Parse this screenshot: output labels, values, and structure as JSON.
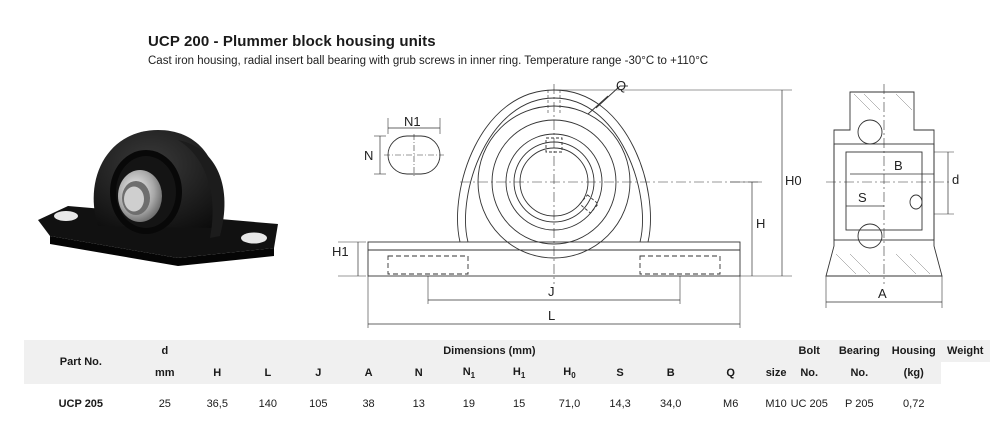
{
  "header": {
    "title": "UCP 200  - Plummer block housing units",
    "subtitle": "Cast iron housing, radial insert ball bearing with grub screws in inner ring. Temperature range -30°C to +110°C"
  },
  "drawing_labels": {
    "n1": "N1",
    "n": "N",
    "q": "Q",
    "h0": "H0",
    "h": "H",
    "h1": "H1",
    "j": "J",
    "l": "L",
    "b": "B",
    "d": "d",
    "s": "S",
    "a": "A"
  },
  "table": {
    "part_no_label": "Part No.",
    "d_label": "d",
    "d_unit": "mm",
    "dimensions_label": "Dimensions (mm)",
    "columns": {
      "H": "H",
      "L": "L",
      "J": "J",
      "A": "A",
      "N": "N",
      "N1": "N",
      "N1_sub": "1",
      "H1": "H",
      "H1_sub": "1",
      "H0": "H",
      "H0_sub": "0",
      "S": "S",
      "B": "B",
      "Q": "Q"
    },
    "bolt_size": [
      "Bolt",
      "size"
    ],
    "bearing_no": [
      "Bearing",
      "No."
    ],
    "housing_no": [
      "Housing",
      "No."
    ],
    "weight": [
      "Weight",
      "(kg)"
    ],
    "row": {
      "part": "UCP 205",
      "d": "25",
      "H": "36,5",
      "L": "140",
      "J": "105",
      "A": "38",
      "N": "13",
      "N1": "19",
      "H1": "15",
      "H0": "71,0",
      "S": "14,3",
      "B": "34,0",
      "Q": "M6",
      "bolt": "M10",
      "bearing": "UC 205",
      "housing": "P 205",
      "weight": "0,72"
    }
  }
}
